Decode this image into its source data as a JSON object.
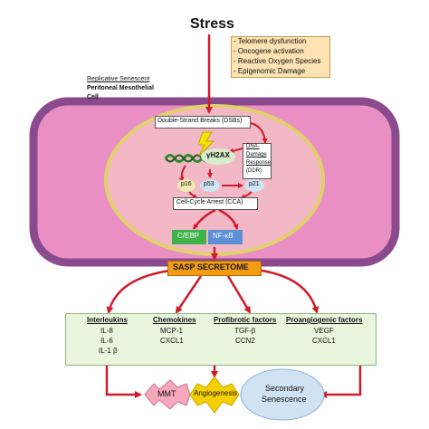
{
  "stress": {
    "title": "Stress"
  },
  "stressors": [
    "- Telomere dysfunction",
    "- Oncogene activation",
    "- Reactive Oxygen Species",
    "- Epigenomic Damage"
  ],
  "cell": {
    "line1": "Replicative Senescent",
    "line2": "Peritoneal Mesothelial",
    "line3": "Cell"
  },
  "nucleus": {
    "dsb": "Double-Strand Breaks (DSBs)",
    "h2ax": "γH2AX",
    "ddr": [
      "DNA-",
      "Damage",
      "Response",
      "(DDR)"
    ],
    "p16": "p16",
    "p53": "p53",
    "p21": "p21",
    "cca": "Cell-Cycle Arrest (CCA)",
    "cebp": "C/EBP",
    "nfkb": "NF-κB"
  },
  "sasp": {
    "label": "SASP SECRETOME"
  },
  "factors": [
    {
      "header": "Interleukins",
      "items": [
        "IL-8",
        "IL-6",
        "IL-1 β"
      ]
    },
    {
      "header": "Chemokines",
      "items": [
        "MCP-1",
        "CXCL1"
      ]
    },
    {
      "header": "Profibrotic factors",
      "items": [
        "TGF-β",
        "CCN2"
      ]
    },
    {
      "header": "Proangiogenic factors",
      "items": [
        "VEGF",
        "CXCL1"
      ]
    }
  ],
  "outcomes": {
    "mmt": "MMT",
    "angiogenesis": "Angiogenesis",
    "secondary1": "Secondary",
    "secondary2": "Senescence"
  },
  "colors": {
    "cell_fill": "#e98fc4",
    "cell_border": "#8b4a8e",
    "nucleus_fill": "#f2b8c6",
    "arrow": "#d01c2a",
    "stress_box": "#fbe3b4",
    "factors_box": "#e9f5dc",
    "cebp": "#3fb24a",
    "nfkb": "#5b8fd6",
    "sasp": "#f39c12",
    "mmt": "#f7a8bd",
    "angiogenesis": "#f5d000",
    "senescence": "#cfe3f4"
  }
}
